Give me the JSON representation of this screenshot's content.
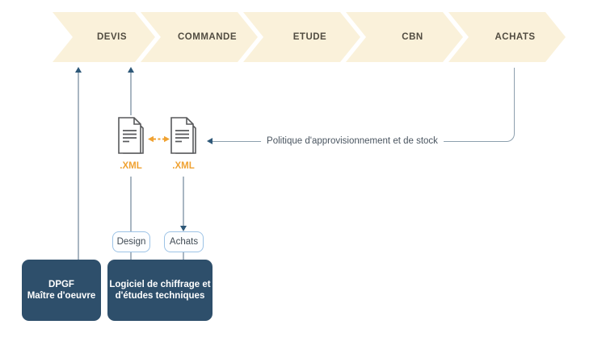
{
  "process_steps": [
    {
      "label": "DEVIS"
    },
    {
      "label": "COMMANDE"
    },
    {
      "label": "ETUDE"
    },
    {
      "label": "CBN"
    },
    {
      "label": "ACHATS"
    }
  ],
  "files": {
    "file1_label": ".XML",
    "file2_label": ".XML"
  },
  "annotation": {
    "supply_policy": "Politique d'approvisionnement et de stock"
  },
  "module_tags": {
    "design": "Design",
    "achats": "Achats"
  },
  "systems": {
    "dpgf": {
      "line1": "DPGF",
      "line2": "Maître d'oeuvre"
    },
    "software": {
      "line1": "Logiciel de chiffrage et",
      "line2": "d'études techniques"
    }
  },
  "colors": {
    "chevron_fill": "#FAF1DA",
    "chevron_text": "#514C41",
    "accent_orange": "#F0A232",
    "box_fill": "#2E4F6B",
    "box_text": "#FFFFFF",
    "connector": "#8DA0AE",
    "arrowhead": "#2E5878",
    "tag_border": "#9DC3E6"
  }
}
